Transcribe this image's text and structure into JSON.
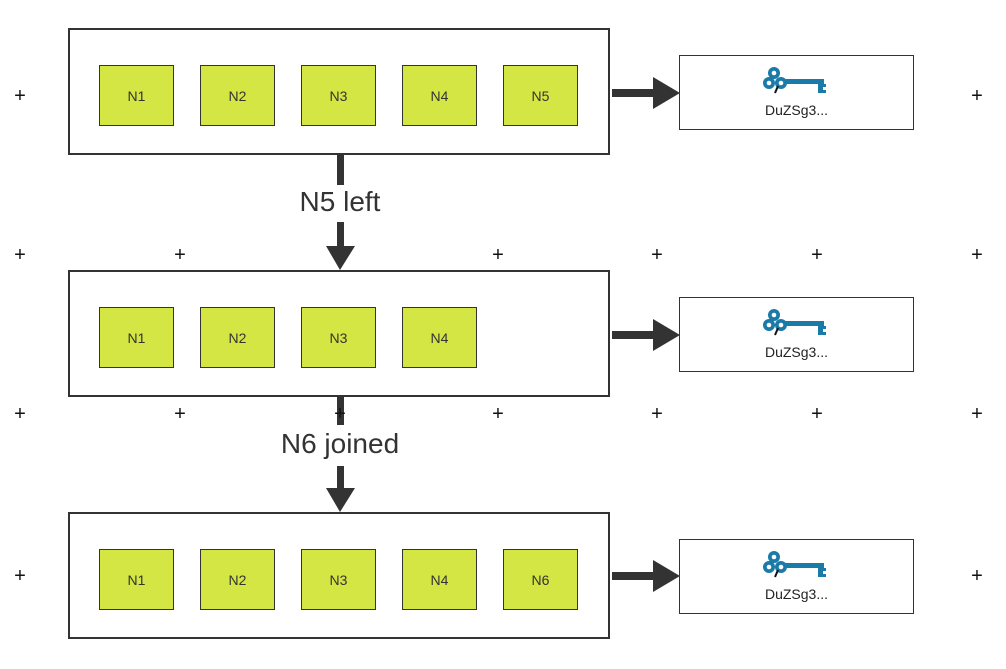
{
  "diagram": {
    "stages": [
      {
        "nodes": [
          "N1",
          "N2",
          "N3",
          "N4",
          "N5"
        ],
        "key_label": "DuZSg3..."
      },
      {
        "nodes": [
          "N1",
          "N2",
          "N3",
          "N4"
        ],
        "key_label": "DuZSg3..."
      },
      {
        "nodes": [
          "N1",
          "N2",
          "N3",
          "N4",
          "N6"
        ],
        "key_label": "DuZSg3..."
      }
    ],
    "transitions": [
      {
        "label": "N5 left"
      },
      {
        "label": "N6 joined"
      }
    ],
    "colors": {
      "node_fill": "#d4e643",
      "border": "#333333",
      "key_icon": "#1a7aa8",
      "arrow": "#333333"
    },
    "icons": {
      "key": "key-icon",
      "grid_marker": "plus-marker"
    }
  }
}
